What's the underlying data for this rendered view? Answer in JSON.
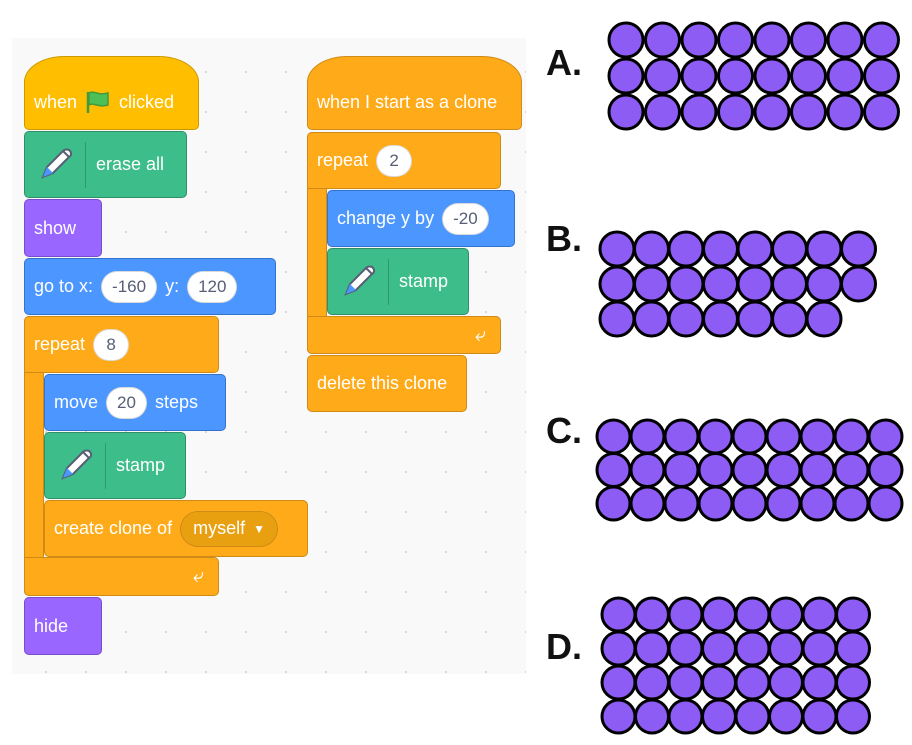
{
  "script1": {
    "when": "when",
    "clicked": "clicked",
    "erase_all": "erase all",
    "show": "show",
    "goto_prefix": "go to x:",
    "goto_x": "-160",
    "goto_y_label": "y:",
    "goto_y": "120",
    "repeat_label": "repeat",
    "repeat_count": "8",
    "move_label": "move",
    "move_steps": "20",
    "steps_label": "steps",
    "stamp": "stamp",
    "create_clone_label": "create clone of",
    "create_clone_target": "myself",
    "hide": "hide"
  },
  "script2": {
    "hat": "when I start as a clone",
    "repeat_label": "repeat",
    "repeat_count": "2",
    "change_y_label": "change y by",
    "change_y_value": "-20",
    "stamp": "stamp",
    "delete_clone": "delete this clone"
  },
  "options": [
    {
      "label": "A.",
      "rows": [
        8,
        8,
        8
      ]
    },
    {
      "label": "B.",
      "rows": [
        8,
        8,
        7
      ]
    },
    {
      "label": "C.",
      "rows": [
        9,
        9,
        9
      ]
    },
    {
      "label": "D.",
      "rows": [
        8,
        8,
        8,
        8
      ]
    }
  ],
  "colors": {
    "circle_fill": "#8c5cf5",
    "circle_stroke": "#000000",
    "events": "#ffbf00",
    "control": "#ffab19",
    "pen": "#3dbd8a",
    "looks": "#9966ff",
    "motion": "#4c97ff"
  }
}
